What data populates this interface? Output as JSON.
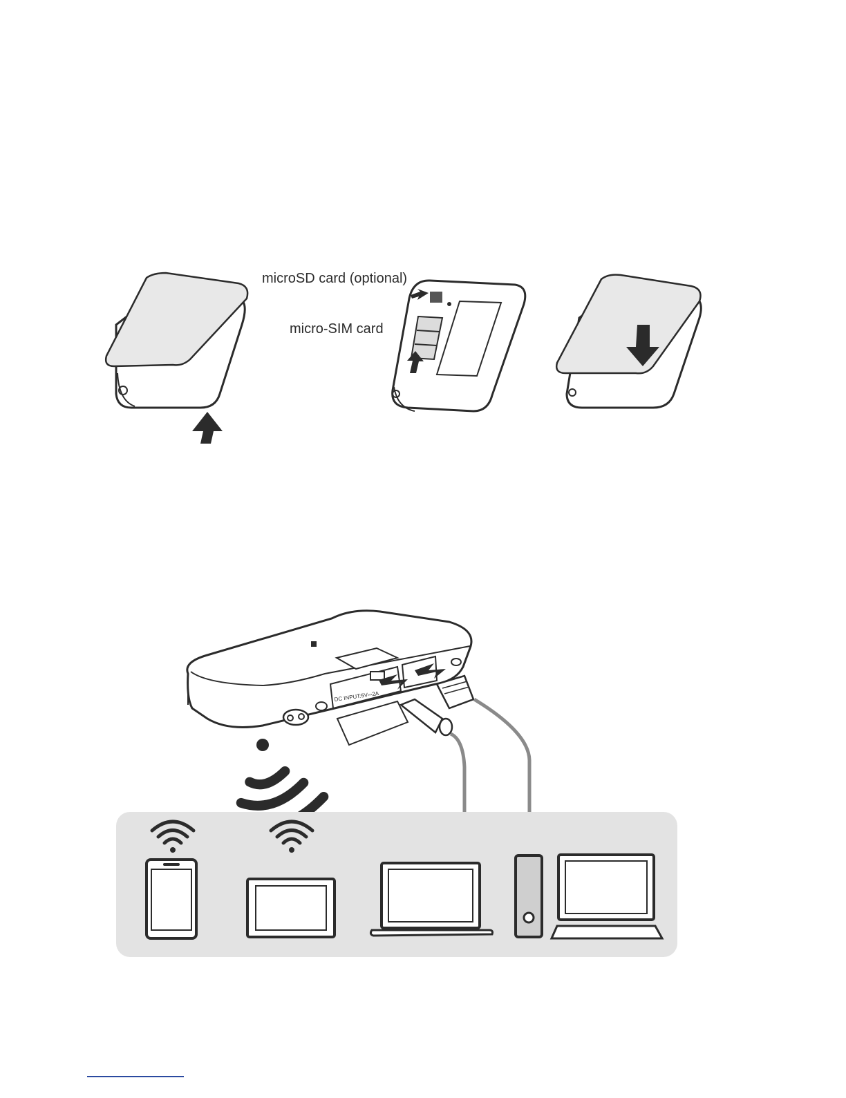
{
  "install_step": {
    "labels": {
      "microsd": "microSD card (optional)",
      "microsim": "micro-SIM card"
    }
  },
  "connect_step": {
    "port_label": "DC INPUT:5V⎓2A"
  },
  "colors": {
    "line": "#2b2b2b",
    "cover_fill": "#e8e8e8",
    "panel_fill": "#e3e3e3",
    "cable": "#8a8a8a",
    "footer_rule": "#2b4aa0"
  },
  "icons": [
    "wifi-signal-icon",
    "smartphone-icon",
    "tablet-icon",
    "laptop-icon",
    "desktop-tower-icon",
    "monitor-icon",
    "arrow-up-icon",
    "arrow-down-icon"
  ]
}
